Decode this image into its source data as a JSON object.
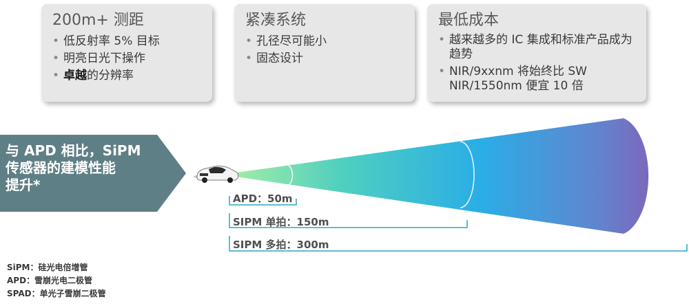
{
  "cards": [
    {
      "title": "200m+ 测距",
      "items": [
        "低反射率 5% 目标",
        "明亮日光下操作"
      ],
      "last_item_bold": "卓越",
      "last_item_rest": "的分辨率"
    },
    {
      "title": "紧凑系统",
      "items": [
        "孔径尽可能小",
        "固态设计"
      ]
    },
    {
      "title": "最低成本",
      "items": [
        "越来越多的 IC 集成和标准产品成为趋势",
        "NIR/9xxnm 将始终比 SW NIR/1550nm 便宜 10 倍"
      ]
    }
  ],
  "arrow": {
    "line1": "与 APD 相比，SiPM",
    "line2": "传感器的建模性能",
    "line3": "提升*"
  },
  "ranges": [
    {
      "label": "APD：50m",
      "distance_m": 50
    },
    {
      "label": "SIPM 单拍：150m",
      "distance_m": 150
    },
    {
      "label": "SIPM 多拍：300m",
      "distance_m": 300
    }
  ],
  "legend": [
    "SiPM：硅光电倍增管",
    "APD：雪崩光电二极管",
    "SPAD：单光子雪崩二极管"
  ],
  "colors": {
    "card_bg": "#e7e7e7",
    "arrow": "#5f7f86",
    "beam_start": "#8fe3a0",
    "beam_mid": "#2fb1e3",
    "beam_end": "#8a5ab0",
    "bracket": "#2aa6c9"
  }
}
